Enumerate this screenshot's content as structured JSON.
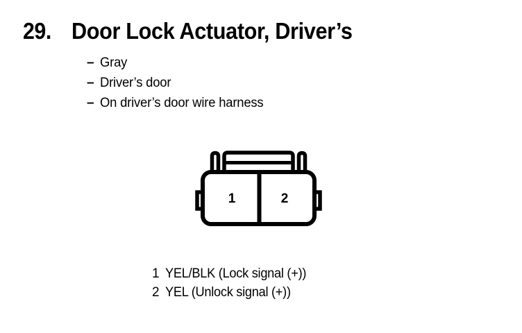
{
  "page": {
    "background_color": "#ffffff",
    "ink_color": "#000000"
  },
  "heading": {
    "number": "29.",
    "title": "Door Lock Actuator, Driver’s"
  },
  "bullets": {
    "dash": "–",
    "items": [
      {
        "text": "Gray"
      },
      {
        "text": "Driver’s door"
      },
      {
        "text": "On driver’s door wire harness"
      }
    ]
  },
  "connector": {
    "type": "2-way rectangular connector, front view",
    "cavity_count": 2,
    "cavities": [
      {
        "number": "1"
      },
      {
        "number": "2"
      }
    ],
    "features": [
      "rounded-rectangle housing",
      "left retention tab",
      "right retention tab",
      "left guide post",
      "right guide post",
      "center latch bar",
      "vertical center divider"
    ]
  },
  "legend": {
    "rows": [
      {
        "pin": "1",
        "description": "YEL/BLK (Lock signal (+))"
      },
      {
        "pin": "2",
        "description": "YEL (Unlock signal (+))"
      }
    ]
  }
}
